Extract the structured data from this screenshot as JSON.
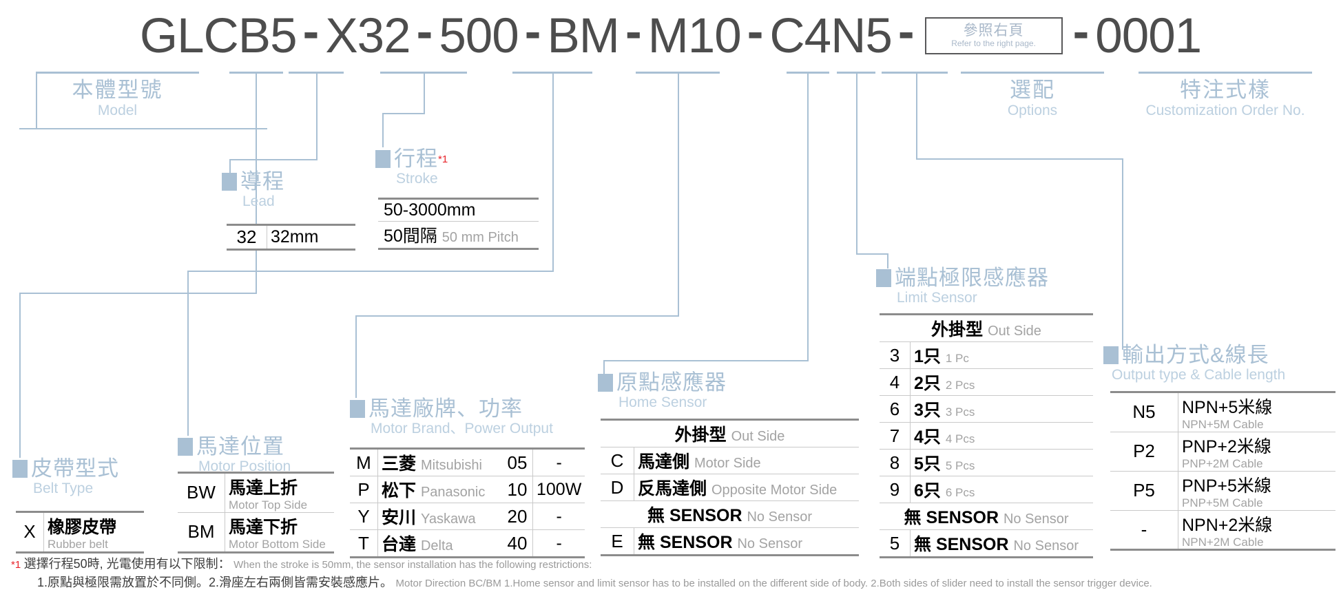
{
  "model_code": {
    "segments": [
      "GLCB5",
      "X32",
      "500",
      "BM",
      "M10",
      "C4N5"
    ],
    "tail": "0001",
    "separator": "-",
    "ref_box": {
      "zh": "參照右頁",
      "en": "Refer to the right page."
    }
  },
  "top_labels": {
    "model": {
      "zh": "本體型號",
      "en": "Model"
    },
    "options": {
      "zh": "選配",
      "en": "Options"
    },
    "customization": {
      "zh": "特注式樣",
      "en": "Customization Order No."
    }
  },
  "groups": {
    "lead": {
      "zh": "導程",
      "en": "Lead"
    },
    "stroke": {
      "zh": "行程",
      "en": "Stroke",
      "note": "*1"
    },
    "belt": {
      "zh": "皮帶型式",
      "en": "Belt Type"
    },
    "motor_position": {
      "zh": "馬達位置",
      "en": "Motor Position"
    },
    "motor_brand": {
      "zh": "馬達廠牌、功率",
      "en": "Motor Brand、Power Output"
    },
    "home_sensor": {
      "zh": "原點感應器",
      "en": "Home Sensor"
    },
    "limit_sensor": {
      "zh": "端點極限感應器",
      "en": "Limit Sensor"
    },
    "output_cable": {
      "zh": "輸出方式&線長",
      "en": "Output type & Cable length"
    }
  },
  "tables": {
    "lead": {
      "rows": [
        {
          "key": "32",
          "zh": "32mm",
          "en": ""
        }
      ]
    },
    "stroke": {
      "rows": [
        {
          "main": "50-3000mm",
          "en": "",
          "header": true
        },
        {
          "main": "50間隔",
          "en": "50 mm Pitch",
          "header": false
        }
      ]
    },
    "belt": {
      "rows": [
        {
          "key": "X",
          "zh": "橡膠皮帶",
          "en": "Rubber belt"
        }
      ]
    },
    "motor_position": {
      "rows": [
        {
          "key": "BW",
          "zh": "馬達上折",
          "en": "Motor Top Side"
        },
        {
          "key": "BM",
          "zh": "馬達下折",
          "en": "Motor Bottom Side"
        }
      ]
    },
    "motor_brand": {
      "rows": [
        {
          "key": "M",
          "zh": "三菱",
          "en": "Mitsubishi",
          "pkey": "05",
          "power": "-"
        },
        {
          "key": "P",
          "zh": "松下",
          "en": "Panasonic",
          "pkey": "10",
          "power": "100W"
        },
        {
          "key": "Y",
          "zh": "安川",
          "en": "Yaskawa",
          "pkey": "20",
          "power": "-"
        },
        {
          "key": "T",
          "zh": "台達",
          "en": "Delta",
          "pkey": "40",
          "power": "-"
        }
      ]
    },
    "home_sensor": {
      "section1": {
        "zh": "外掛型",
        "en": "Out Side"
      },
      "rows1": [
        {
          "key": "C",
          "zh": "馬達側",
          "en": "Motor Side"
        },
        {
          "key": "D",
          "zh": "反馬達側",
          "en": "Opposite Motor Side"
        }
      ],
      "section2": {
        "zh": "無 SENSOR",
        "en": "No Sensor"
      },
      "rows2": [
        {
          "key": "E",
          "zh": "無 SENSOR",
          "en": "No Sensor"
        }
      ]
    },
    "limit_sensor": {
      "section1": {
        "zh": "外掛型",
        "en": "Out Side"
      },
      "rows1": [
        {
          "key": "3",
          "zh": "1只",
          "en": "1 Pc"
        },
        {
          "key": "4",
          "zh": "2只",
          "en": "2 Pcs"
        },
        {
          "key": "6",
          "zh": "3只",
          "en": "3 Pcs"
        },
        {
          "key": "7",
          "zh": "4只",
          "en": "4 Pcs"
        },
        {
          "key": "8",
          "zh": "5只",
          "en": "5 Pcs"
        },
        {
          "key": "9",
          "zh": "6只",
          "en": "6 Pcs"
        }
      ],
      "section2": {
        "zh": "無 SENSOR",
        "en": "No Sensor"
      },
      "rows2": [
        {
          "key": "5",
          "zh": "無 SENSOR",
          "en": "No Sensor"
        }
      ]
    },
    "output_cable": {
      "rows": [
        {
          "key": "N5",
          "zh": "NPN+5米線",
          "en": "NPN+5M Cable"
        },
        {
          "key": "P2",
          "zh": "PNP+2米線",
          "en": "PNP+2M Cable"
        },
        {
          "key": "P5",
          "zh": "PNP+5米線",
          "en": "PNP+5M Cable"
        },
        {
          "key": "-",
          "zh": "NPN+2米線",
          "en": "NPN+2M Cable"
        }
      ]
    }
  },
  "footnote": {
    "mark": "*1",
    "line1_zh": "選擇行程50時, 光電使用有以下限制：",
    "line1_en": "When the stroke is 50mm, the sensor installation has  the following restrictions:",
    "line2_zh": "1.原點與極限需放置於不同側。2.滑座左右兩側皆需安裝感應片。",
    "line2_en": "Motor Direction BC/BM 1.Home sensor and limit sensor has to be installed on the different side of body.  2.Both sides of slider need to install the sensor trigger device."
  },
  "colors": {
    "accent_blue": "#a9c0d4",
    "light_blue": "#bcd0e0",
    "row_key_bg": "#e7eef5",
    "code_gray": "#4d4d4d",
    "red": "#e8232a"
  }
}
